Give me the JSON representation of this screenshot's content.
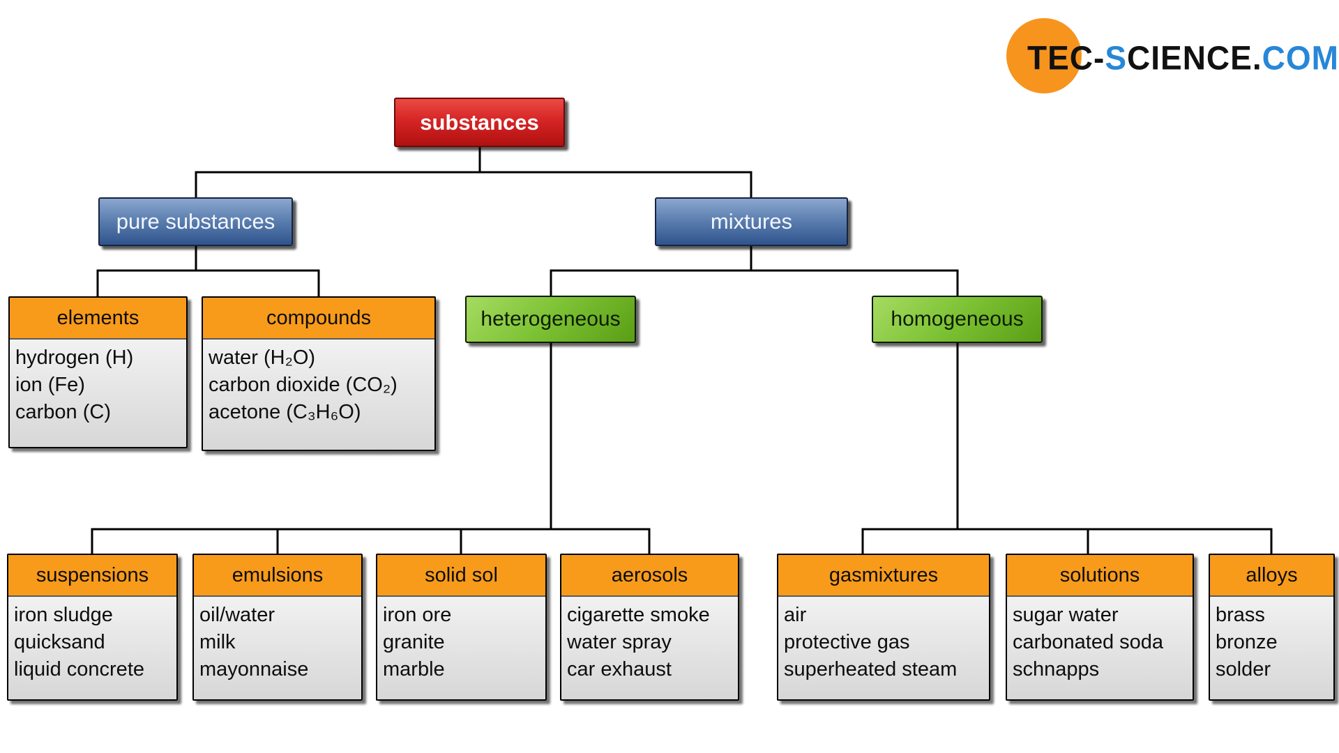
{
  "colors": {
    "root_red": "#C81E1E",
    "branch_blue": "#3F649B",
    "group_green": "#76BA2A",
    "header_orange": "#F89B1B",
    "body_gray": "#E2E2E2",
    "line_black": "#000000",
    "logo_orange": "#F7941E",
    "logo_blue": "#2787D7",
    "logo_black": "#111111"
  },
  "logo": {
    "segments": [
      {
        "text": "TEC-",
        "style": "dark"
      },
      {
        "text": "S",
        "style": "blue"
      },
      {
        "text": "CIENCE",
        "style": "dark"
      },
      {
        "text": ".",
        "style": "dark"
      },
      {
        "text": "COM",
        "style": "blue"
      }
    ]
  },
  "nodes": {
    "root": "substances",
    "pure_substances": "pure substances",
    "mixtures": "mixtures",
    "heterogeneous": "heterogeneous",
    "homogeneous": "homogeneous"
  },
  "categories": [
    {
      "id": "elements",
      "parent": "pure substances",
      "title": "elements",
      "items": [
        "hydrogen (H)",
        "ion (Fe)",
        "carbon (C)"
      ]
    },
    {
      "id": "compounds",
      "parent": "pure substances",
      "title": "compounds",
      "items": [
        "water (H₂O)",
        "carbon dioxide (CO₂)",
        "acetone  (C₃H₆O)"
      ]
    },
    {
      "id": "suspensions",
      "parent": "heterogeneous",
      "title": "suspensions",
      "items": [
        "iron sludge",
        "quicksand",
        "liquid concrete"
      ]
    },
    {
      "id": "emulsions",
      "parent": "heterogeneous",
      "title": "emulsions",
      "items": [
        "oil/water",
        "milk",
        "mayonnaise"
      ]
    },
    {
      "id": "solid-sol",
      "parent": "heterogeneous",
      "title": "solid sol",
      "items": [
        "iron ore",
        "granite",
        "marble"
      ]
    },
    {
      "id": "aerosols",
      "parent": "heterogeneous",
      "title": "aerosols",
      "items": [
        "cigarette smoke",
        "water spray",
        "car exhaust"
      ]
    },
    {
      "id": "gasmixtures",
      "parent": "homogeneous",
      "title": "gasmixtures",
      "items": [
        "air",
        "protective gas",
        "superheated steam"
      ]
    },
    {
      "id": "solutions",
      "parent": "homogeneous",
      "title": "solutions",
      "items": [
        "sugar water",
        "carbonated soda",
        "schnapps"
      ]
    },
    {
      "id": "alloys",
      "parent": "homogeneous",
      "title": "alloys",
      "items": [
        "brass",
        "bronze",
        "solder"
      ]
    }
  ]
}
